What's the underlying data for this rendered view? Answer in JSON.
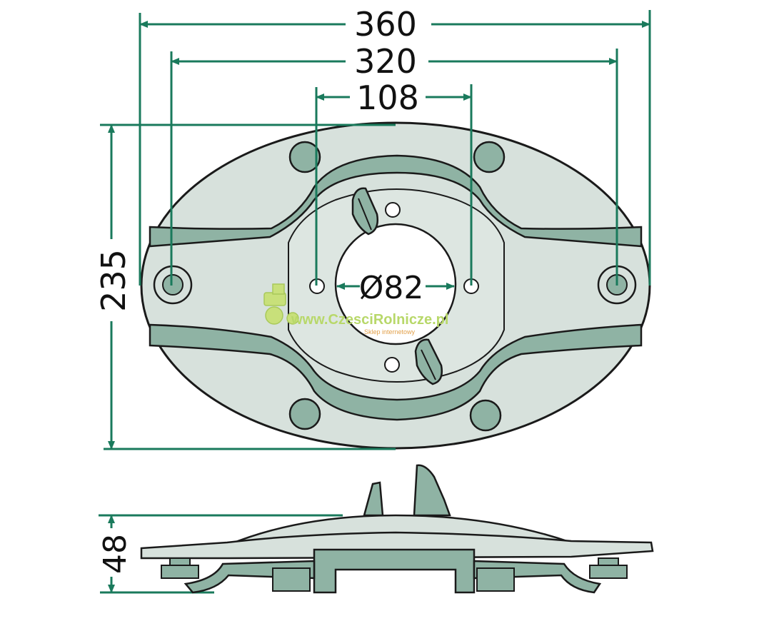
{
  "colors": {
    "dimension_line": "#1a7a5c",
    "part_fill": "#d7e1dc",
    "part_dark": "#8fb3a4",
    "outline": "#1a1a1a",
    "watermark": "#b8d86a"
  },
  "dimensions": {
    "width_outer": "360",
    "width_bolt": "320",
    "width_inner": "108",
    "height": "235",
    "bore": "Ø82",
    "thickness": "48"
  },
  "watermark": {
    "site": "www.CzesciRolnicze.pl",
    "tagline": "Sklep internetowy"
  },
  "icons": {
    "logo": "tractor-icon"
  }
}
